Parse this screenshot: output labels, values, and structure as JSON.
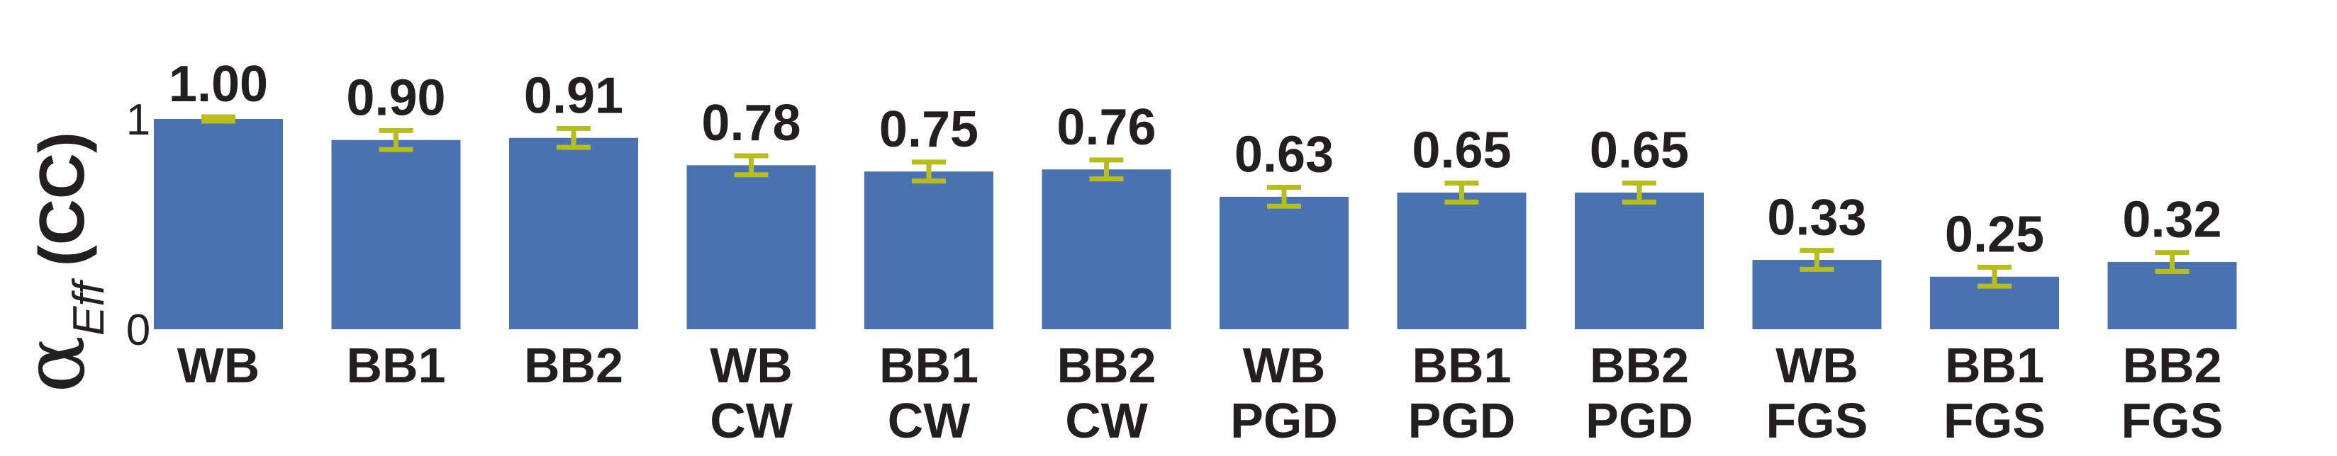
{
  "chart_data": {
    "type": "bar",
    "categories": [
      [
        "WB"
      ],
      [
        "BB1"
      ],
      [
        "BB2"
      ],
      [
        "WB",
        "CW"
      ],
      [
        "BB1",
        "CW"
      ],
      [
        "BB2",
        "CW"
      ],
      [
        "WB",
        "PGD"
      ],
      [
        "BB1",
        "PGD"
      ],
      [
        "BB2",
        "PGD"
      ],
      [
        "WB",
        "FGS"
      ],
      [
        "BB1",
        "FGS"
      ],
      [
        "BB2",
        "FGS"
      ]
    ],
    "values": [
      1.0,
      0.9,
      0.91,
      0.78,
      0.75,
      0.76,
      0.63,
      0.65,
      0.65,
      0.33,
      0.25,
      0.32
    ],
    "value_labels": [
      "1.00",
      "0.90",
      "0.91",
      "0.78",
      "0.75",
      "0.76",
      "0.63",
      "0.65",
      "0.65",
      "0.33",
      "0.25",
      "0.32"
    ],
    "errors": [
      0.01,
      0.045,
      0.045,
      0.045,
      0.045,
      0.045,
      0.045,
      0.045,
      0.045,
      0.045,
      0.045,
      0.045
    ],
    "ylabel": {
      "symbol": "α",
      "subscript": "Eff",
      "suffix": "(CC)"
    },
    "yticks": [
      {
        "value": 0,
        "label": "0"
      },
      {
        "value": 1,
        "label": "1"
      }
    ],
    "ylim": [
      0,
      1.2
    ],
    "grid": false,
    "legend": "none",
    "colors": {
      "bar": "#4a72b0",
      "error_bar": "#b8bd1e",
      "text": "#231f20"
    }
  }
}
